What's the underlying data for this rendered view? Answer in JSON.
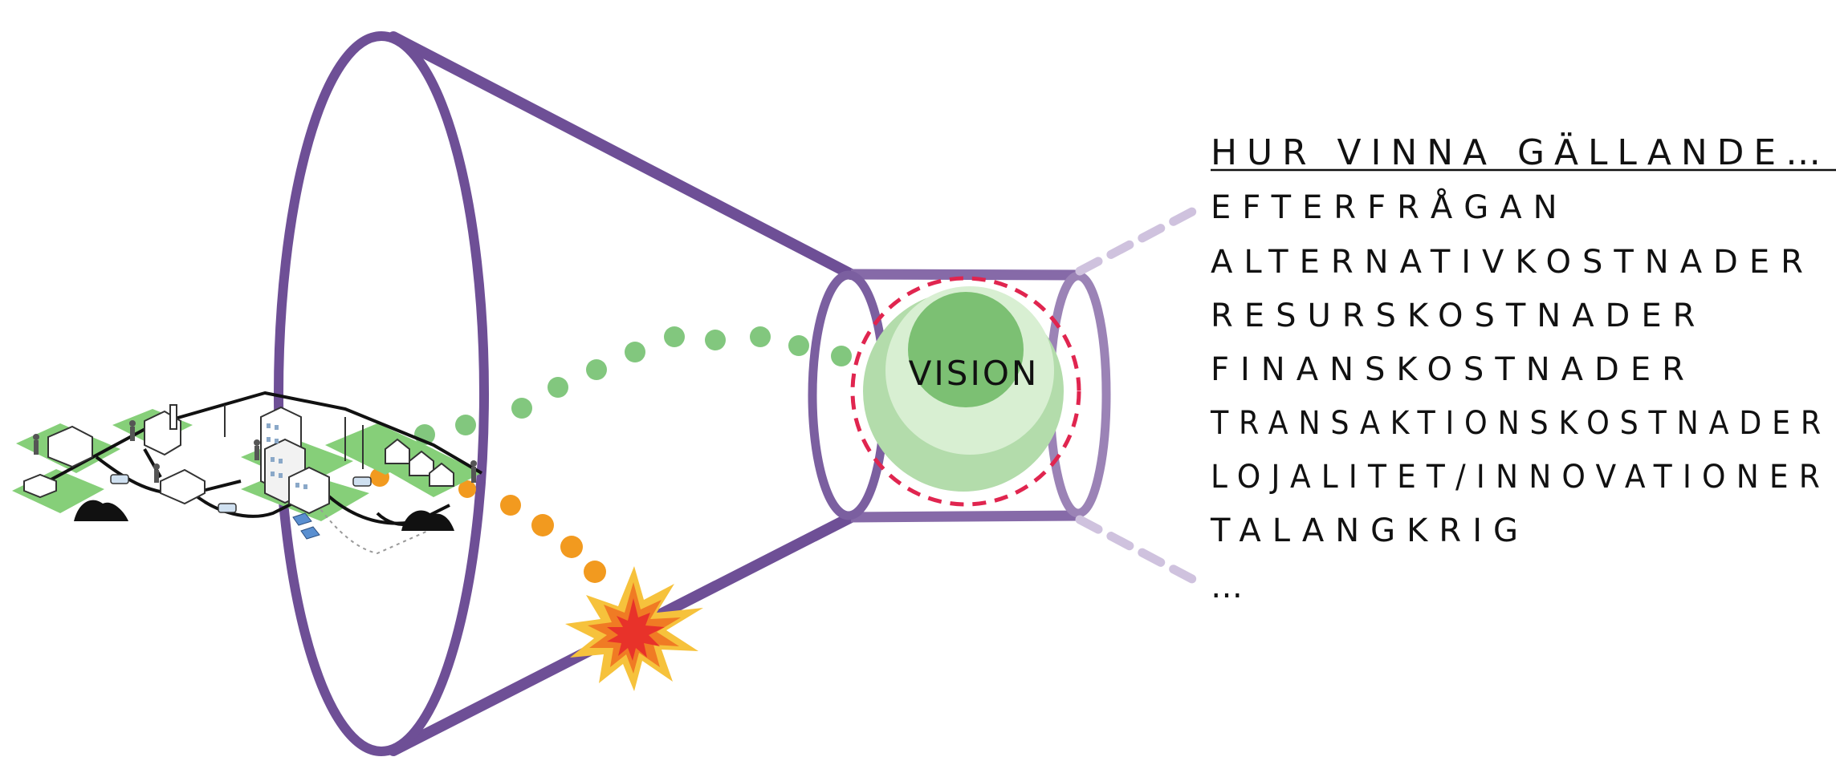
{
  "vision_label": "VISION",
  "panel": {
    "heading": "HUR VINNA GÄLLANDE…",
    "items": [
      "EFTERFRÅGAN",
      "ALTERNATIVKOSTNADER",
      "RESURSKOSTNADER",
      "FINANSKOSTNADER",
      "TRANSAKTIONSKOSTNADER",
      "LOJALITET/INNOVATIONER",
      "TALANGKRIG",
      "…"
    ]
  },
  "colors": {
    "funnel": "#6e4f96",
    "funnel_light": "#9b83b6",
    "green_dots": "#82c77e",
    "orange_dots": "#f29a1f",
    "vision_outer": "#b3dcab",
    "vision_mid": "#d8efd2",
    "vision_inner": "#7cc073",
    "dashed_ring": "#e0254f",
    "city_grass": "#86cf79",
    "text": "#111111"
  },
  "icons": [
    "city-illustration",
    "explosion-icon"
  ]
}
